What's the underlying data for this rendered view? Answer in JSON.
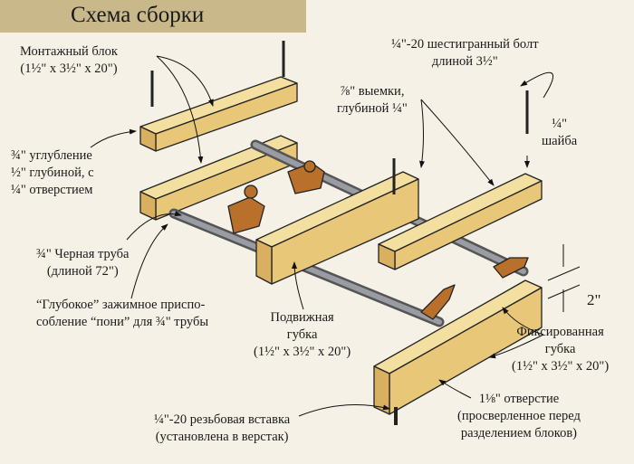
{
  "title": "Схема сборки",
  "labels": {
    "mounting_block": [
      "Монтажный блок",
      "(1½\" x 3½\" x 20\")"
    ],
    "recess": [
      "¾\" углубление",
      "½\"  глубиной, с",
      "¼\"  отверстием"
    ],
    "pipe": [
      "¾\" Черная труба",
      "(длиной 72\")"
    ],
    "clamp": [
      "“Глубокое” зажимное приспо-",
      "собление “пони” для  ¾\" трубы"
    ],
    "movable_jaw": [
      "Подвижная",
      "губка",
      "(1½\" x 3½\" x 20\")"
    ],
    "insert": [
      "¼\"-20 резьбовая вставка",
      "(установлена в верстак)"
    ],
    "hole": [
      "1⅛\" отверстие",
      "(просверленное перед",
      "разделением блоков)"
    ],
    "fixed_jaw": [
      "Фиксированная",
      "губка",
      "(1½\" x 3½\" x 20\")"
    ],
    "dimension": "2\"",
    "notches": [
      "⅞\" выемки,",
      "глубиной ¼\""
    ],
    "washer": [
      "¼\"",
      "шайба"
    ],
    "bolt": [
      "¼\"-20 шестигранный болт",
      "длиной  3½\""
    ]
  },
  "colors": {
    "wood_top": "#f3dfa0",
    "wood_front": "#e8c878",
    "wood_end": "#d9b060",
    "pipe": "#7d7f86",
    "clamp": "#b8702a",
    "title_bg": "#c9b98a"
  }
}
